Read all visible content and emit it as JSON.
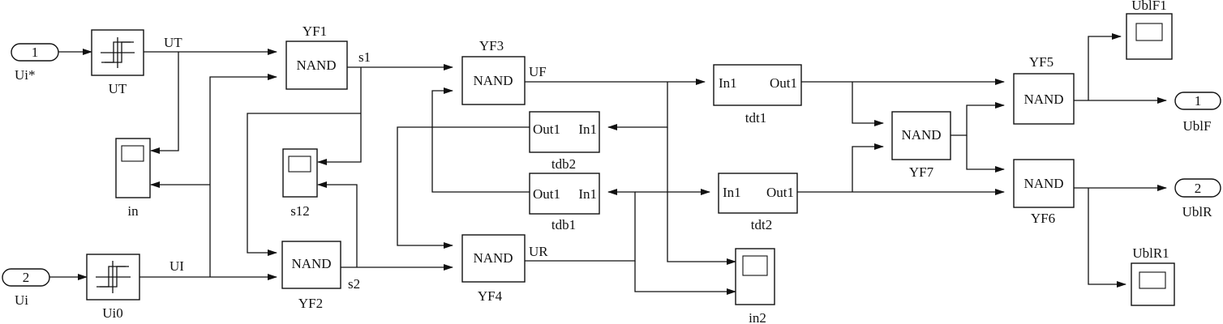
{
  "inports": [
    {
      "number": "1",
      "name": "Ui*"
    },
    {
      "number": "2",
      "name": "Ui"
    }
  ],
  "relays": [
    {
      "name": "UT"
    },
    {
      "name": "Ui0"
    }
  ],
  "signals": {
    "ut": "UT",
    "ui": "UI",
    "s1": "s1",
    "s2": "s2",
    "uf": "UF",
    "ur": "UR"
  },
  "gates": [
    {
      "name": "YF1",
      "text": "NAND"
    },
    {
      "name": "YF2",
      "text": "NAND"
    },
    {
      "name": "YF3",
      "text": "NAND"
    },
    {
      "name": "YF4",
      "text": "NAND"
    },
    {
      "name": "YF5",
      "text": "NAND"
    },
    {
      "name": "YF6",
      "text": "NAND"
    },
    {
      "name": "YF7",
      "text": "NAND"
    }
  ],
  "subsystems": [
    {
      "name": "tdt1",
      "port_a": "In1",
      "port_b": "Out1"
    },
    {
      "name": "tdt2",
      "port_a": "In1",
      "port_b": "Out1"
    },
    {
      "name": "tdb2",
      "port_a": "Out1",
      "port_b": "In1"
    },
    {
      "name": "tdb1",
      "port_a": "Out1",
      "port_b": "In1"
    }
  ],
  "scopes": [
    {
      "name": "in"
    },
    {
      "name": "s12"
    },
    {
      "name": "in2"
    },
    {
      "name": "UblF1"
    },
    {
      "name": "UblR1"
    }
  ],
  "outports": [
    {
      "number": "1",
      "name": "UblF"
    },
    {
      "number": "2",
      "name": "UblR"
    }
  ]
}
